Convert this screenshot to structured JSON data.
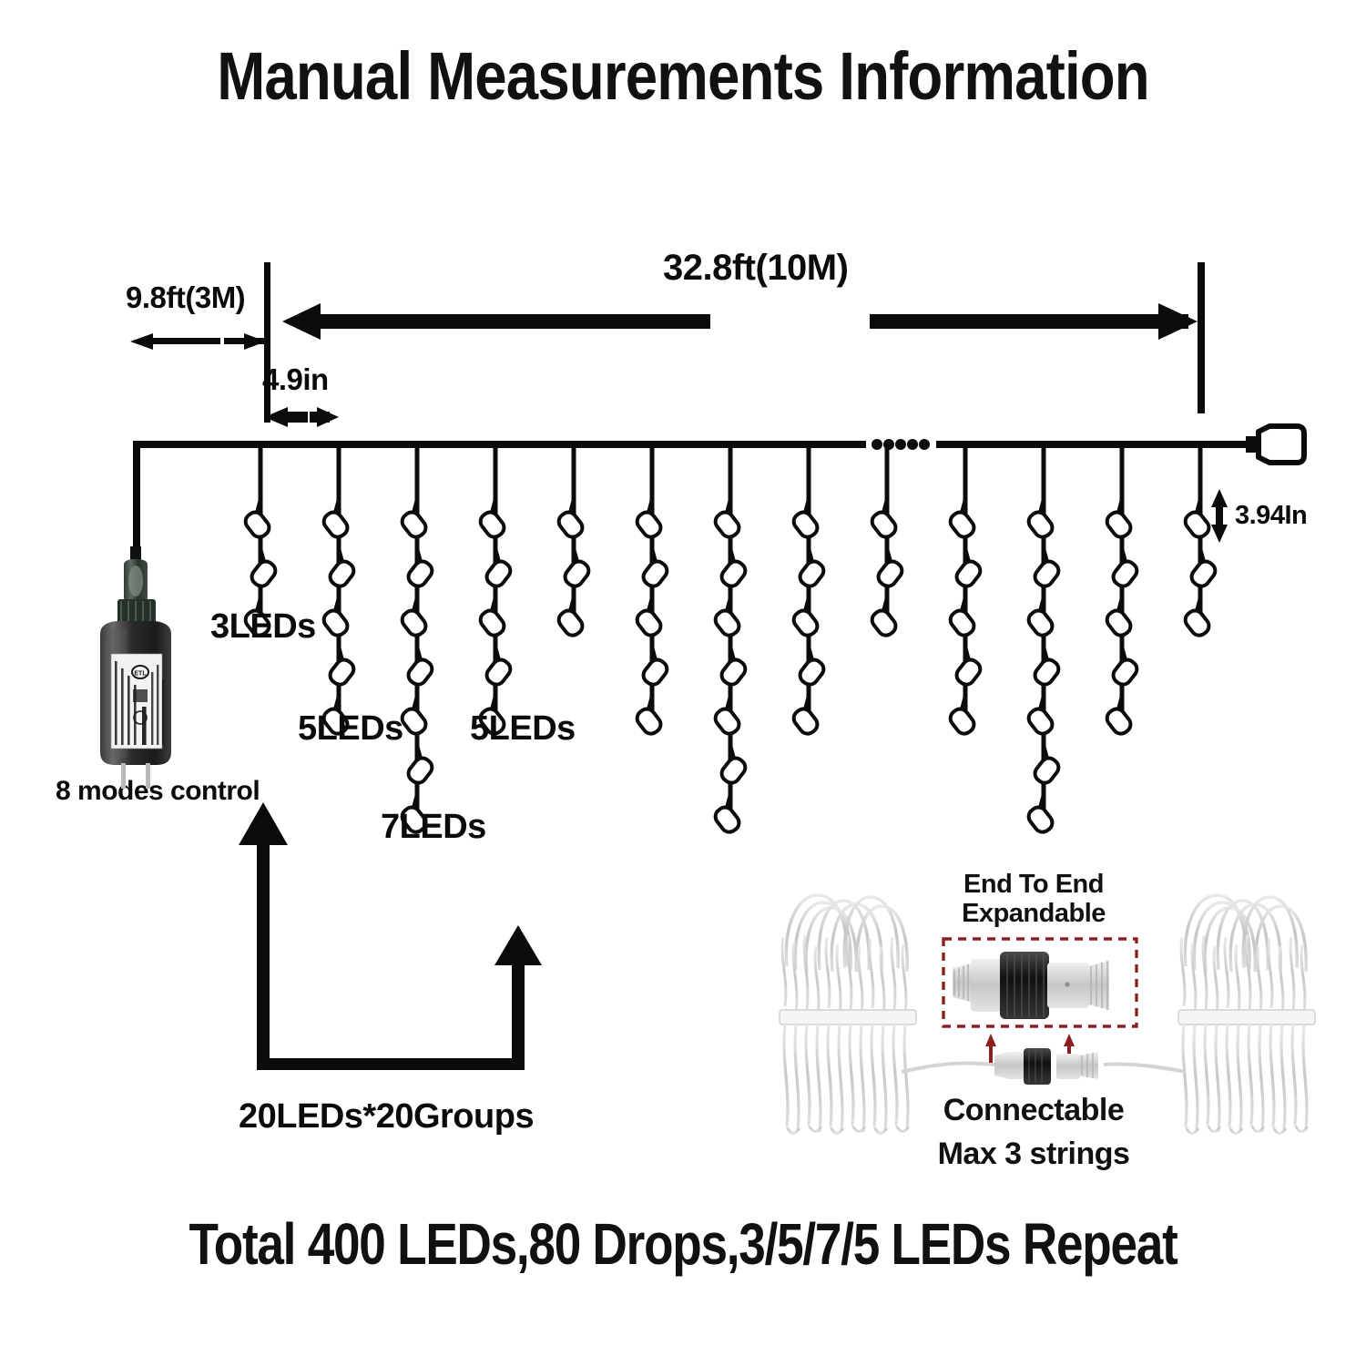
{
  "title": "Manual Measurements Information",
  "footer_caption": "Total 400 LEDs,80 Drops,3/5/7/5 LEDs Repeat",
  "dimensions": {
    "main_span": "32.8ft(10M)",
    "lead_wire": "9.8ft(3M)",
    "drop_spacing": "4.9in",
    "led_spacing": "3.94In"
  },
  "drop_labels": {
    "leds_3": "3LEDs",
    "leds_5_first": "5LEDs",
    "leds_5_second": "5LEDs",
    "leds_7": "7LEDs"
  },
  "annotations": {
    "modes": "8 modes control",
    "groups": "20LEDs*20Groups"
  },
  "photo": {
    "expandable_line1": "End To End",
    "expandable_line2": "Expandable",
    "connectable": "Connectable",
    "max_strings": "Max 3 strings"
  },
  "colors": {
    "ink": "#0b0b0b",
    "dashed_box": "#8b2020",
    "arrow_red": "#8b2020",
    "adapter_body": "#2b2b2b",
    "wire_bundle": "#c9c9c9"
  },
  "chart_data": {
    "type": "diagram",
    "title": "Manual Measurements Information",
    "product": "LED icicle curtain string light",
    "total_leds": 400,
    "total_drops": 80,
    "led_repeat_pattern": [
      3,
      5,
      7,
      5
    ],
    "groups": 20,
    "leds_per_group": 20,
    "main_span_ft": 32.8,
    "main_span_m": 10,
    "lead_wire_ft": 9.8,
    "lead_wire_m": 3,
    "drop_spacing_in": 4.9,
    "led_spacing_in": 3.94,
    "max_connectable_strings": 3,
    "modes": 8,
    "drops_shown": [
      {
        "index": 1,
        "leds": 3
      },
      {
        "index": 2,
        "leds": 5
      },
      {
        "index": 3,
        "leds": 7
      },
      {
        "index": 4,
        "leds": 5
      },
      {
        "index": 5,
        "leds": 3
      },
      {
        "index": 6,
        "leds": 5
      },
      {
        "index": 7,
        "leds": 7
      },
      {
        "index": 8,
        "leds": 5
      },
      {
        "index": 9,
        "leds": 3
      },
      {
        "index": 10,
        "leds": 5
      },
      {
        "index": 11,
        "leds": 7
      },
      {
        "index": 12,
        "leds": 5
      },
      {
        "index": 13,
        "leds": 3
      }
    ]
  }
}
